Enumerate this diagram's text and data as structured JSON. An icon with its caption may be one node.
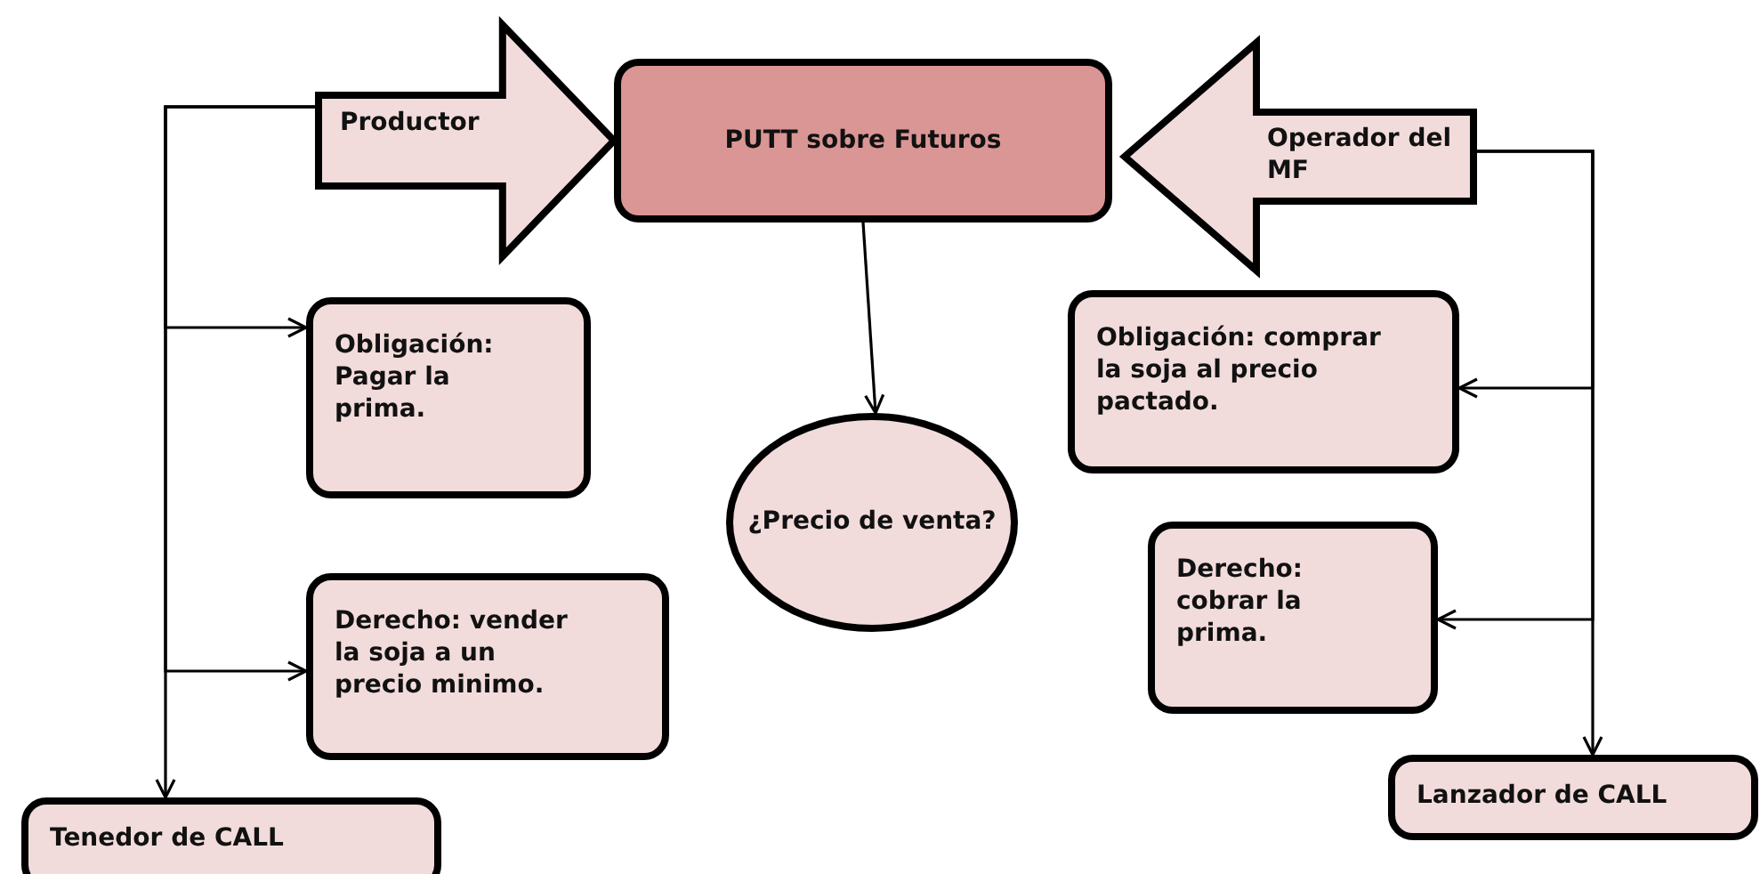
{
  "diagram": {
    "nodes": [
      {
        "text": [
          "Productor"
        ]
      },
      {
        "text": [
          "PUTT sobre Futuros"
        ]
      },
      {
        "text": [
          "Operador del MF"
        ]
      },
      {
        "text": [
          "Obligación: Pagar la prima."
        ]
      },
      {
        "text": [
          "¿Precio de venta?"
        ]
      },
      {
        "text": [
          "Obligación: comprar la soja al precio pactado."
        ]
      },
      {
        "text": [
          "Derecho: vender la soja a un precio minimo."
        ]
      },
      {
        "text": [
          "Derecho: cobrar la prima."
        ]
      },
      {
        "text": [
          "Tenedor de CALL"
        ]
      },
      {
        "text": [
          "Lanzador de CALL"
        ]
      }
    ],
    "edges": [
      {
        "from": 1,
        "to": 4,
        "arrow": "to"
      },
      {
        "from": 0,
        "to": 3,
        "arrow": "to"
      },
      {
        "from": 0,
        "to": 6,
        "arrow": "to"
      },
      {
        "from": 0,
        "to": 8,
        "arrow": "to"
      },
      {
        "from": 2,
        "to": 5,
        "arrow": "to"
      },
      {
        "from": 2,
        "to": 7,
        "arrow": "to"
      },
      {
        "from": 2,
        "to": 9,
        "arrow": "to"
      }
    ]
  }
}
